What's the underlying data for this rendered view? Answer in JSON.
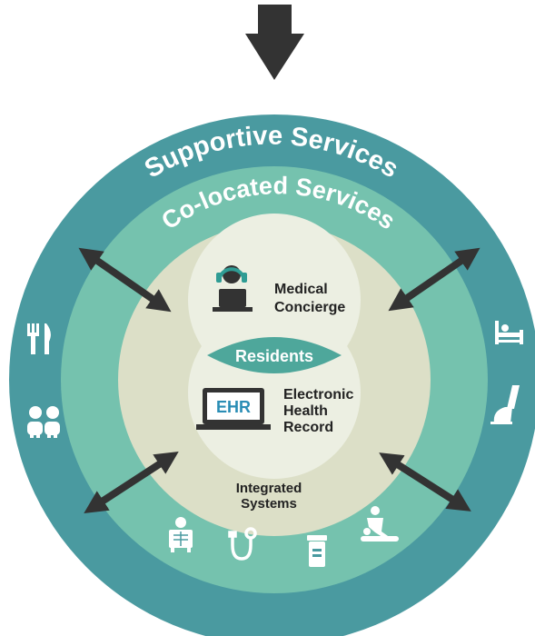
{
  "rings": {
    "outer_label": "Supportive Services",
    "middle_label": "Co-located Services",
    "inner_label_line1": "Integrated",
    "inner_label_line2": "Systems"
  },
  "medical_concierge": {
    "line1": "Medical",
    "line2": "Concierge",
    "icon": "headset-laptop-icon"
  },
  "residents": {
    "label": "Residents"
  },
  "ehr": {
    "badge": "EHR",
    "line1": "Electronic",
    "line2": "Health",
    "line3": "Record",
    "icon": "laptop-icon"
  },
  "icons": {
    "outer_ring": [
      "utensils-icon",
      "people-icon",
      "bed-icon",
      "vacuum-icon"
    ],
    "bottom": [
      "xray-icon",
      "stethoscope-icon",
      "pill-bottle-icon",
      "massage-icon"
    ]
  },
  "colors": {
    "outer": "#4a9aa0",
    "middle": "#75c2ae",
    "inner": "#dcdfc7",
    "bubble": "#ecefe2",
    "residents": "#4ea79b",
    "arrow": "#333333",
    "ehr_blue": "#2a8db5"
  }
}
